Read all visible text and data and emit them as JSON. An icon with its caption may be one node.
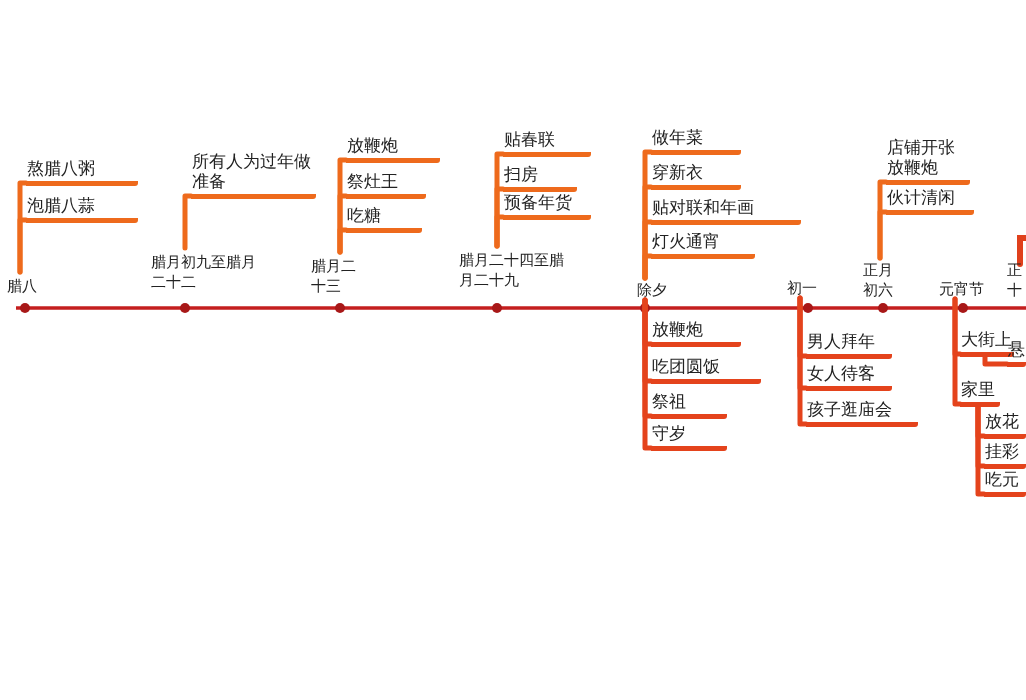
{
  "diagram": {
    "nodes": [
      {
        "text": [
          "腊八"
        ]
      },
      {
        "text": [
          "熬腊八粥"
        ]
      },
      {
        "text": [
          "泡腊八蒜"
        ]
      },
      {
        "text": [
          "腊月初九至腊月二十二"
        ]
      },
      {
        "text": [
          "所有人为过年做准备"
        ]
      },
      {
        "text": [
          "腊月二十三"
        ]
      },
      {
        "text": [
          "放鞭炮"
        ]
      },
      {
        "text": [
          "祭灶王"
        ]
      },
      {
        "text": [
          "吃糖"
        ]
      },
      {
        "text": [
          "腊月二十四至腊月二十九"
        ]
      },
      {
        "text": [
          "贴春联"
        ]
      },
      {
        "text": [
          "扫房"
        ]
      },
      {
        "text": [
          "预备年货"
        ]
      },
      {
        "text": [
          "除夕"
        ]
      },
      {
        "text": [
          "做年菜"
        ]
      },
      {
        "text": [
          "穿新衣"
        ]
      },
      {
        "text": [
          "贴对联和年画"
        ]
      },
      {
        "text": [
          "灯火通宵"
        ]
      },
      {
        "text": [
          "放鞭炮"
        ]
      },
      {
        "text": [
          "吃团圆饭"
        ]
      },
      {
        "text": [
          "祭祖"
        ]
      },
      {
        "text": [
          "守岁"
        ]
      },
      {
        "text": [
          "初一"
        ]
      },
      {
        "text": [
          "男人拜年"
        ]
      },
      {
        "text": [
          "女人待客"
        ]
      },
      {
        "text": [
          "孩子逛庙会"
        ]
      },
      {
        "text": [
          "正月初六"
        ]
      },
      {
        "text": [
          "店铺开张放鞭炮"
        ]
      },
      {
        "text": [
          "伙计清闲"
        ]
      },
      {
        "text": [
          "元宵节"
        ]
      },
      {
        "text": [
          "大街上"
        ]
      },
      {
        "text": [
          "悬"
        ]
      },
      {
        "text": [
          "家里"
        ]
      },
      {
        "text": [
          "放花"
        ]
      },
      {
        "text": [
          "挂彩"
        ]
      },
      {
        "text": [
          "吃元"
        ]
      },
      {
        "text": [
          "正十"
        ]
      }
    ],
    "edges": [
      {
        "from": 0,
        "to": 1,
        "arrow": "none"
      },
      {
        "from": 0,
        "to": 2,
        "arrow": "none"
      },
      {
        "from": 3,
        "to": 4,
        "arrow": "none"
      },
      {
        "from": 5,
        "to": 6,
        "arrow": "none"
      },
      {
        "from": 5,
        "to": 7,
        "arrow": "none"
      },
      {
        "from": 5,
        "to": 8,
        "arrow": "none"
      },
      {
        "from": 9,
        "to": 10,
        "arrow": "none"
      },
      {
        "from": 9,
        "to": 11,
        "arrow": "none"
      },
      {
        "from": 9,
        "to": 12,
        "arrow": "none"
      },
      {
        "from": 13,
        "to": 14,
        "arrow": "none"
      },
      {
        "from": 13,
        "to": 15,
        "arrow": "none"
      },
      {
        "from": 13,
        "to": 16,
        "arrow": "none"
      },
      {
        "from": 13,
        "to": 17,
        "arrow": "none"
      },
      {
        "from": 13,
        "to": 18,
        "arrow": "none"
      },
      {
        "from": 13,
        "to": 19,
        "arrow": "none"
      },
      {
        "from": 13,
        "to": 20,
        "arrow": "none"
      },
      {
        "from": 13,
        "to": 21,
        "arrow": "none"
      },
      {
        "from": 22,
        "to": 23,
        "arrow": "none"
      },
      {
        "from": 22,
        "to": 24,
        "arrow": "none"
      },
      {
        "from": 22,
        "to": 25,
        "arrow": "none"
      },
      {
        "from": 26,
        "to": 27,
        "arrow": "none"
      },
      {
        "from": 26,
        "to": 28,
        "arrow": "none"
      },
      {
        "from": 29,
        "to": 30,
        "arrow": "none"
      },
      {
        "from": 30,
        "to": 31,
        "arrow": "none"
      },
      {
        "from": 29,
        "to": 32,
        "arrow": "none"
      },
      {
        "from": 32,
        "to": 33,
        "arrow": "none"
      },
      {
        "from": 32,
        "to": 34,
        "arrow": "none"
      },
      {
        "from": 32,
        "to": 35,
        "arrow": "none"
      }
    ]
  }
}
